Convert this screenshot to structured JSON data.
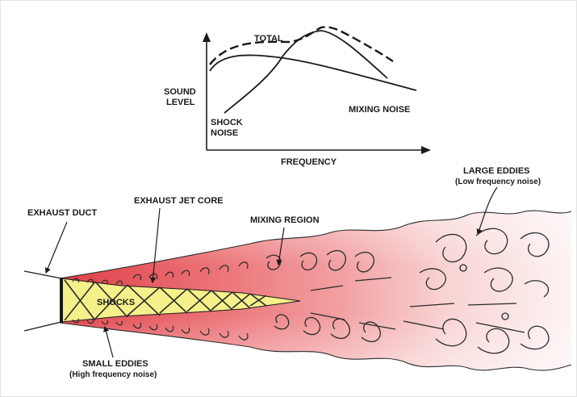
{
  "graph": {
    "total_label": "TOTAL",
    "y_axis_label_line1": "SOUND",
    "y_axis_label_line2": "LEVEL",
    "shock_label_line1": "SHOCK",
    "shock_label_line2": "NOISE",
    "mixing_label": "MIXING NOISE",
    "x_axis_label": "FREQUENCY"
  },
  "jet": {
    "exhaust_duct_label": "EXHAUST DUCT",
    "exhaust_jet_core_label": "EXHAUST JET CORE",
    "mixing_region_label": "MIXING REGION",
    "large_eddies_label": "LARGE EDDIES",
    "large_eddies_note": "(Low frequency noise)",
    "shocks_label": "SHOCKS",
    "small_eddies_label": "SMALL EDDIES",
    "small_eddies_note": "(High frequency noise)"
  },
  "colors": {
    "jet_core_red": "#e8686a",
    "jet_pale": "#f8dada",
    "shock_yellow": "#f5f08a",
    "ink": "#1a1a1a"
  }
}
